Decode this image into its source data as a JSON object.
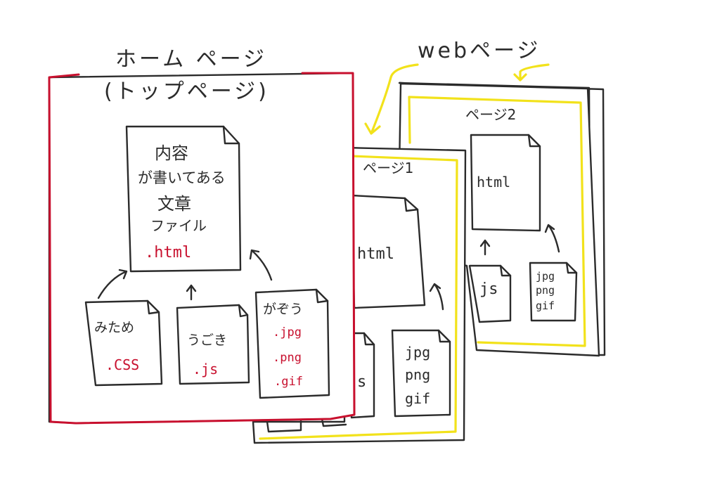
{
  "colors": {
    "ink": "#2b2b2b",
    "homepage_frame": "#c8102e",
    "extension_text": "#c8102e",
    "webpage_frame": "#f2e21b"
  },
  "homepage": {
    "title_line1": "ホーム ページ",
    "title_line2": "(トップページ)",
    "main_file": {
      "lines": [
        "内容",
        "が書いてある",
        "文章",
        "ファイル"
      ],
      "extension": ".html"
    },
    "css_file": {
      "label": "みため",
      "extension": ".CSS"
    },
    "js_file": {
      "label": "うごき",
      "extension": ".js"
    },
    "image_file": {
      "label": "がぞう",
      "extensions": [
        ".jpg",
        ".png",
        ".gif"
      ]
    }
  },
  "webpage": {
    "title": "webページ",
    "page1": {
      "label": "ページ1",
      "html_label": "html",
      "js_label": "s",
      "image_label": [
        "jpg",
        "png",
        "gif"
      ]
    },
    "page2": {
      "label": "ページ2",
      "html_label": "html",
      "js_label": "js",
      "image_label": [
        "jpg",
        "png",
        "gif"
      ]
    }
  }
}
